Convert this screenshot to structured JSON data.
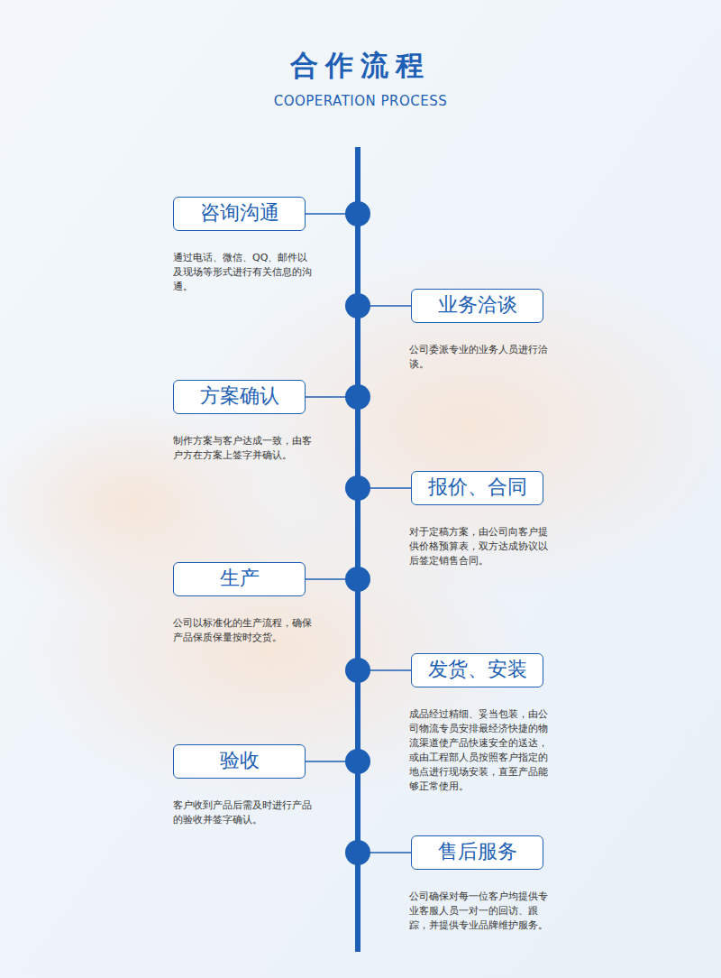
{
  "diagram": {
    "title": "合作流程",
    "nodes": [
      {
        "text": [
          "咨询沟通",
          "通过电话、微信、QQ、邮件以及现场等形式进行有关信息的沟通。"
        ]
      },
      {
        "text": [
          "业务洽谈",
          "公司委派专业的业务人员进行洽谈。"
        ]
      },
      {
        "text": [
          "方案确认",
          "制作方案与客户达成一致，由客户方在方案上签字并确认。"
        ]
      },
      {
        "text": [
          "报价、合同",
          "对于定稿方案，由公司向客户提供价格预算表，双方达成协议以后签定销售合同。"
        ]
      },
      {
        "text": [
          "生产",
          "公司以标准化的生产流程，确保产品保质保量按时交货。"
        ]
      },
      {
        "text": [
          "发货、安装",
          "成品经过精细、妥当包装，由公司物流专员安排最经济快捷的物流渠道使产品快速安全的送达，或由工程部人员按照客户指定的地点进行现场安装，直至产品能够正常使用。"
        ]
      },
      {
        "text": [
          "验收",
          "客户收到产品后需及时进行产品的验收并签字确认。"
        ]
      },
      {
        "text": [
          "售后服务",
          "公司确保对每一位客户均提供专业客服人员一对一的回访、跟踪，并提供专业品牌维护服务。"
        ]
      }
    ],
    "labels": [
      "COOPERATION PROCESS"
    ]
  }
}
